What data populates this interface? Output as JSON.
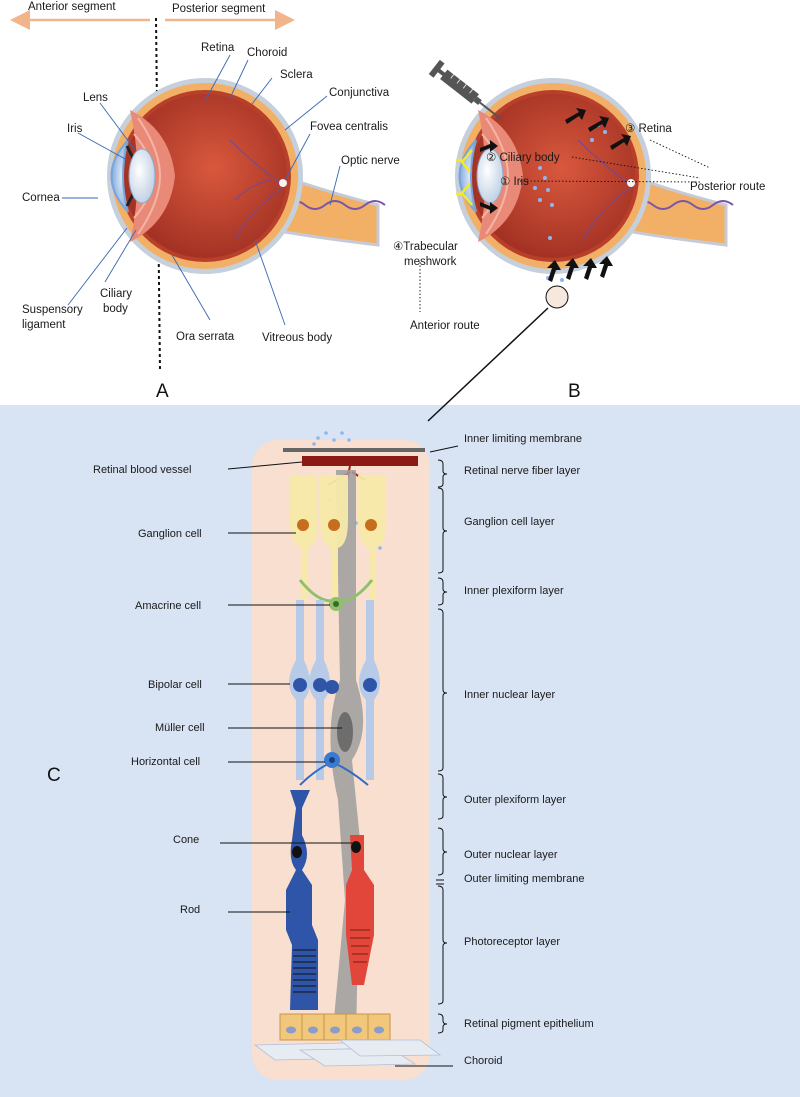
{
  "colors": {
    "panel_c_bg": "#d8e3f3",
    "retina_bg": "#f9dfcf",
    "sclera": "#f2b066",
    "choroid": "#b83f2a",
    "vitreous": "#c2452f",
    "iris_blue": "#8fb4e0",
    "segment_arrow": "#f2b48a",
    "rod": "#2e55a8",
    "cone": "#e2463a",
    "muller": "#9e9e9e",
    "ganglion": "#f6e9a8",
    "bipolar": "#b7cbe9",
    "amacrine": "#8fc06b",
    "rpe": "#f1c77b"
  },
  "panel_a": {
    "label": "A",
    "anterior_segment": "Anterior segment",
    "posterior_segment": "Posterior segment",
    "labels": {
      "retina": "Retina",
      "choroid": "Choroid",
      "sclera": "Sclera",
      "conjunctiva": "Conjunctiva",
      "fovea": "Fovea centralis",
      "optic_nerve": "Optic nerve",
      "lens": "Lens",
      "iris": "Iris",
      "cornea": "Cornea",
      "suspensory_1": "Suspensory",
      "suspensory_2": "ligament",
      "ciliary_1": "Ciliary",
      "ciliary_2": "body",
      "ora_serrata": "Ora serrata",
      "vitreous": "Vitreous body"
    }
  },
  "panel_b": {
    "label": "B",
    "labels": {
      "retina": "③ Retina",
      "ciliary_body": "② Ciliary body",
      "iris": "① Iris",
      "posterior_route": "Posterior route",
      "trabecular_1": "④Trabecular",
      "trabecular_2": "meshwork",
      "anterior_route": "Anterior route"
    },
    "icons": [
      "syringe-icon",
      "flow-arrow-icon"
    ]
  },
  "panel_c": {
    "label": "C",
    "left_labels": {
      "blood_vessel": "Retinal blood vessel",
      "ganglion": "Ganglion cell",
      "amacrine": "Amacrine cell",
      "bipolar": "Bipolar cell",
      "muller": "Müller cell",
      "horizontal": "Horizontal cell",
      "cone": "Cone",
      "rod": "Rod"
    },
    "right_labels": {
      "ilm": "Inner limiting membrane",
      "rnfl": "Retinal nerve fiber layer",
      "gcl": "Ganglion cell layer",
      "ipl": "Inner plexiform layer",
      "inl": "Inner nuclear layer",
      "opl": "Outer plexiform layer",
      "onl": "Outer nuclear layer",
      "olm": "Outer limiting membrane",
      "photoreceptor": "Photoreceptor layer",
      "rpe": "Retinal pigment epithelium",
      "choroid": "Choroid"
    }
  }
}
